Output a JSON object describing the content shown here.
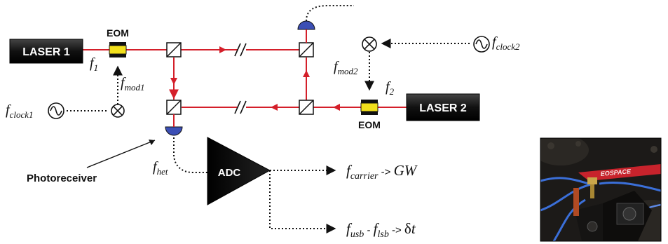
{
  "lasers": {
    "laser1": "LASER 1",
    "laser2": "LASER 2"
  },
  "modulators": {
    "eom_left": "EOM",
    "eom_right": "EOM"
  },
  "frequencies": {
    "f1": {
      "base": "f",
      "sub": "1"
    },
    "f2": {
      "base": "f",
      "sub": "2"
    },
    "fmod1": {
      "base": "f",
      "sub": "mod1"
    },
    "fmod2": {
      "base": "f",
      "sub": "mod2"
    },
    "fclock1": {
      "base": "f",
      "sub": "clock1"
    },
    "fclock2": {
      "base": "f",
      "sub": "clock2"
    },
    "fhet": {
      "base": "f",
      "sub": "het"
    }
  },
  "adc": {
    "label": "ADC"
  },
  "photoreceiver": {
    "label": "Photoreceiver"
  },
  "outputs": {
    "carrier": {
      "base": "f",
      "sub": "carrier",
      "arrow": " -> ",
      "result": "GW"
    },
    "sidebands": {
      "f1": "f",
      "sub1": "usb",
      "minus": " - ",
      "f2": "f",
      "sub2": "lsb",
      "arrow": " -> ",
      "delta": "δ",
      "t": "t"
    }
  },
  "photo": {
    "brand_label": "EOSPACE",
    "colors": {
      "background": "#1c1a18",
      "red_bracket": "#c8232c",
      "fiber_blue": "#3b6fd8",
      "brass": "#c9a64a"
    }
  },
  "colors": {
    "beam": "#d41f2a",
    "black_box": "#111111",
    "eom_fill": "#f2e01c",
    "detector_fill": "#3c4fb5"
  }
}
